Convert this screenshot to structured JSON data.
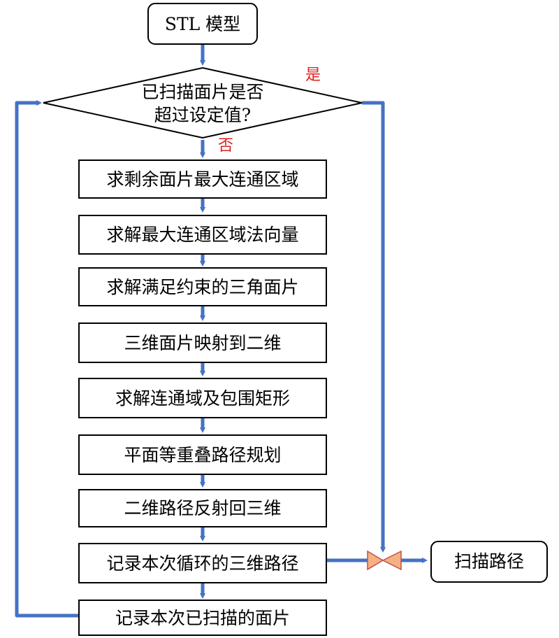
{
  "start": "STL 模型",
  "decision": {
    "line1": "已扫描面片是否",
    "line2": "超过设定值?",
    "yes_label": "是",
    "no_label": "否"
  },
  "steps": [
    "求剩余面片最大连通区域",
    "求解最大连通区域法向量",
    "求解满足约束的三角面片",
    "三维面片映射到二维",
    "求解连通域及包围矩形",
    "平面等重叠路径规划",
    "二维路径反射回三维",
    "记录本次循环的三维路径",
    "记录本次已扫描的面片"
  ],
  "end": "扫描路径",
  "colors": {
    "connector": "#4472c4",
    "label_red": "#e02020",
    "merge_fill": "#f4b183",
    "merge_stroke": "#c0504d"
  }
}
